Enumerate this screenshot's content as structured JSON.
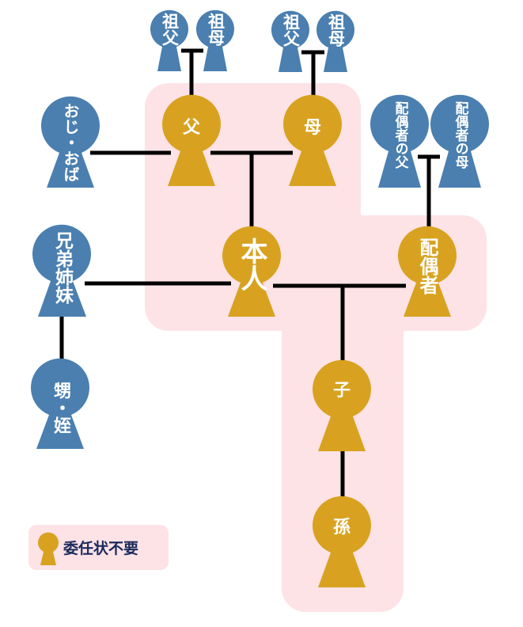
{
  "colors": {
    "required_node": "#d8a220",
    "other_node": "#4a7fb0",
    "highlight_region": "#fde3e6",
    "connector": "#000000",
    "legend_text": "#1b2a5c"
  },
  "nodes": {
    "paternal_grandfather": {
      "label": "祖父",
      "type": "other"
    },
    "paternal_grandmother": {
      "label": "祖母",
      "type": "other"
    },
    "maternal_grandfather": {
      "label": "祖父",
      "type": "other"
    },
    "maternal_grandmother": {
      "label": "祖母",
      "type": "other"
    },
    "uncle_aunt": {
      "label": "おじ・おば",
      "type": "other"
    },
    "father": {
      "label": "父",
      "type": "required"
    },
    "mother": {
      "label": "母",
      "type": "required"
    },
    "spouse_father": {
      "label": "配偶者の父",
      "type": "other"
    },
    "spouse_mother": {
      "label": "配偶者の母",
      "type": "other"
    },
    "siblings": {
      "label": "兄弟姉妹",
      "type": "other"
    },
    "self": {
      "label": "本人",
      "type": "required"
    },
    "spouse": {
      "label": "配偶者",
      "type": "required"
    },
    "nephew_niece": {
      "label": "甥・姪",
      "type": "other"
    },
    "child": {
      "label": "子",
      "type": "required"
    },
    "grandchild": {
      "label": "孫",
      "type": "required"
    }
  },
  "legend": {
    "label": "委任状不要"
  }
}
